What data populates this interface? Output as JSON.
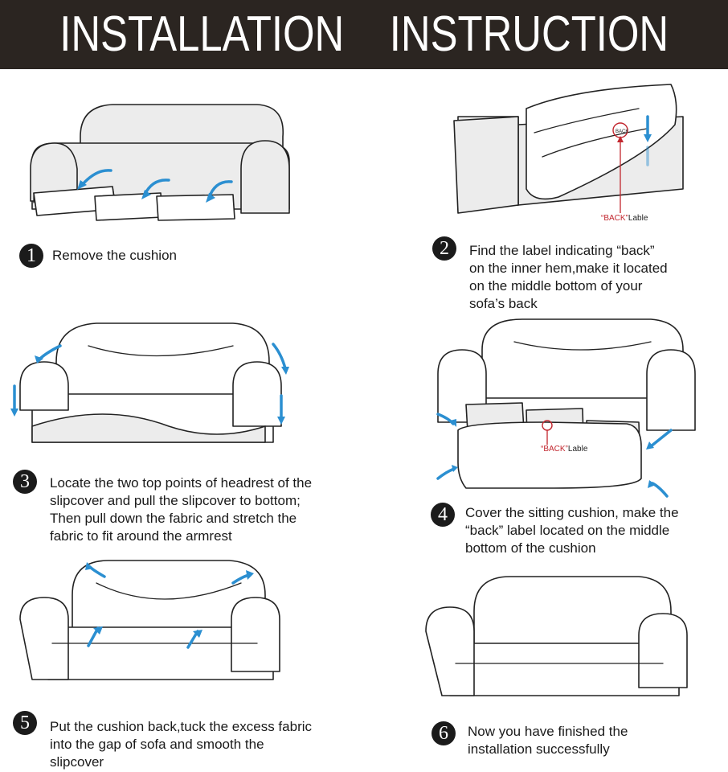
{
  "banner": {
    "title": "INSTALLATION    INSTRUCTION"
  },
  "steps": [
    {
      "num": "1",
      "text": "Remove the cushion"
    },
    {
      "num": "2",
      "text": "Find the label indicating “back”\non the inner hem,make it located\non the middle bottom of your\nsofa’s back"
    },
    {
      "num": "3",
      "text": "Locate the two top points of headrest of the\nslipcover and pull the slipcover to bottom;\nThen pull down the fabric and stretch the\nfabric to fit around the armrest"
    },
    {
      "num": "4",
      "text": "Cover the sitting cushion, make the\n“back” label located on the middle\nbottom of the cushion"
    },
    {
      "num": "5",
      "text": "Put the cushion back,tuck the excess fabric\ninto the gap of sofa and smooth the\nslipcover"
    },
    {
      "num": "6",
      "text": "Now you have finished the\ninstallation successfully"
    }
  ],
  "labels": {
    "back_label_quote": "“BACK”",
    "back_label_word": "Lable",
    "tag_text": "BACK"
  },
  "colors": {
    "banner_bg": "#2b2521",
    "arrow_blue": "#2b8fd1",
    "label_red": "#c2262e"
  }
}
